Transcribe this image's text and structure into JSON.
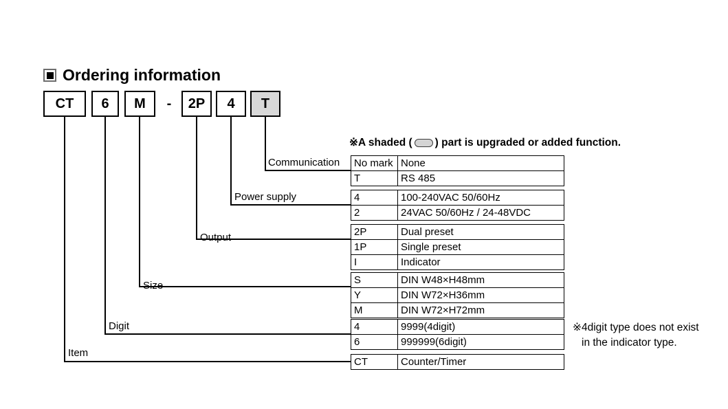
{
  "title": {
    "text": "Ordering information"
  },
  "code": {
    "boxes": [
      {
        "label": "CT",
        "shaded": false
      },
      {
        "label": "6",
        "shaded": false
      },
      {
        "label": "M",
        "shaded": false
      },
      {
        "label": "2P",
        "shaded": false
      },
      {
        "label": "4",
        "shaded": false
      },
      {
        "label": "T",
        "shaded": true
      }
    ],
    "separator": "-"
  },
  "shaded_note": {
    "prefix": "※A shaded (",
    "suffix": ") part is upgraded or added function."
  },
  "sections": [
    {
      "label": "Communication",
      "rows": [
        {
          "code": "No mark",
          "desc": "None"
        },
        {
          "code": "T",
          "desc": "RS 485"
        }
      ]
    },
    {
      "label": "Power supply",
      "rows": [
        {
          "code": "4",
          "desc": "100-240VAC 50/60Hz"
        },
        {
          "code": "2",
          "desc": "24VAC 50/60Hz / 24-48VDC"
        }
      ]
    },
    {
      "label": "Output",
      "rows": [
        {
          "code": "2P",
          "desc": "Dual preset"
        },
        {
          "code": "1P",
          "desc": "Single preset"
        },
        {
          "code": "I",
          "desc": "Indicator"
        }
      ]
    },
    {
      "label": "Size",
      "rows": [
        {
          "code": "S",
          "desc": "DIN W48×H48mm"
        },
        {
          "code": "Y",
          "desc": "DIN W72×H36mm"
        },
        {
          "code": "M",
          "desc": "DIN W72×H72mm"
        }
      ]
    },
    {
      "label": "Digit",
      "rows": [
        {
          "code": "4",
          "desc": "9999(4digit)"
        },
        {
          "code": "6",
          "desc": "999999(6digit)"
        }
      ]
    },
    {
      "label": "Item",
      "rows": [
        {
          "code": "CT",
          "desc": "Counter/Timer"
        }
      ]
    }
  ],
  "digit_note": {
    "line1": "※4digit type does not exist",
    "line2": "in the indicator type."
  },
  "colors": {
    "shaded_box": "#d8d8d8",
    "swatch_fill": "#d4d4d4",
    "line": "#000000"
  }
}
